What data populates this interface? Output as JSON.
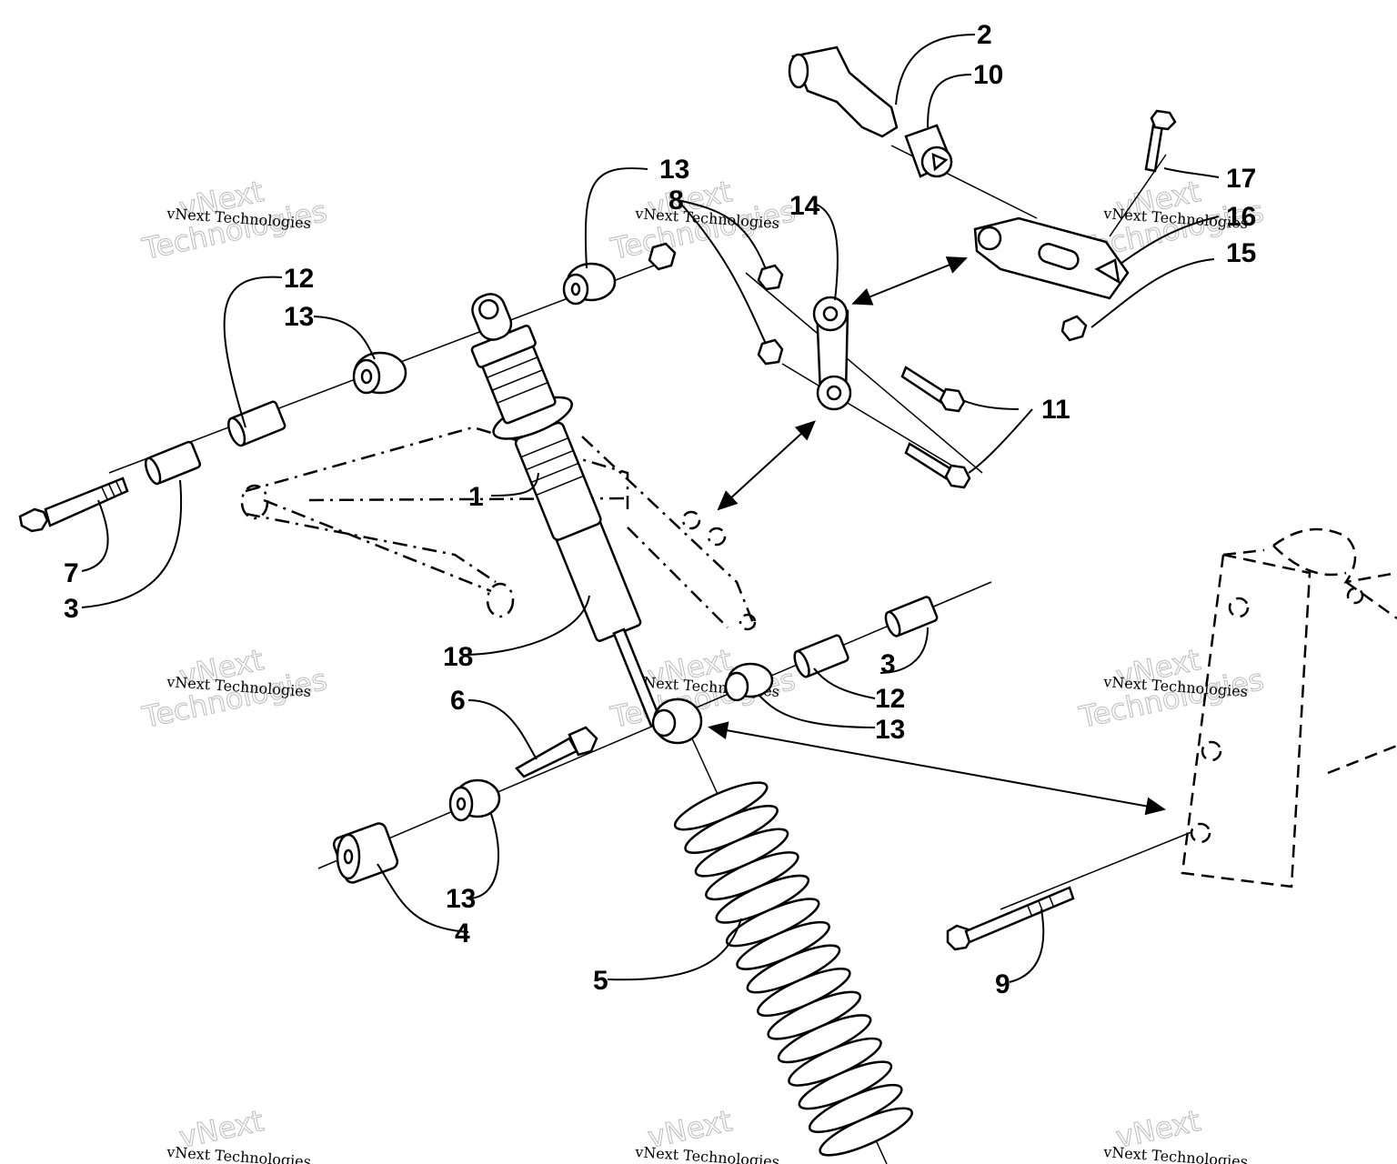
{
  "watermark": {
    "line1": "vNext Technologies",
    "line2": "vNext",
    "line3": "Technologies"
  },
  "callouts": {
    "c1": "1",
    "c2": "2",
    "c3a": "3",
    "c3b": "3",
    "c4": "4",
    "c5": "5",
    "c6": "6",
    "c7": "7",
    "c8": "8",
    "c9": "9",
    "c10": "10",
    "c11": "11",
    "c12a": "12",
    "c12b": "12",
    "c13a": "13",
    "c13b": "13",
    "c13c": "13",
    "c13d": "13",
    "c14": "14",
    "c15": "15",
    "c16": "16",
    "c17": "17",
    "c18": "18"
  }
}
